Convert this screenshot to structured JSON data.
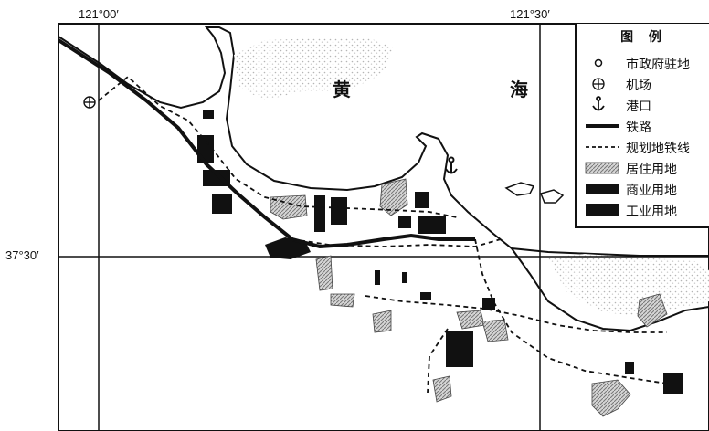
{
  "coordinates": {
    "lon_left": "121°00′",
    "lon_right": "121°30′",
    "lat": "37°30′"
  },
  "sea": {
    "char1": "黄",
    "char2": "海"
  },
  "legend": {
    "title": "图 例",
    "items": [
      {
        "symbol": "circle-icon",
        "label": "市政府驻地"
      },
      {
        "symbol": "airport-icon",
        "label": "机场"
      },
      {
        "symbol": "anchor-icon",
        "label": "港口"
      },
      {
        "symbol": "railway-line",
        "label": "铁路"
      },
      {
        "symbol": "planned-metro-dashed-line",
        "label": "规划地铁线"
      },
      {
        "symbol": "residential-hatch",
        "label": "居住用地"
      },
      {
        "symbol": "commercial-fill",
        "label": "商业用地"
      },
      {
        "symbol": "industrial-fill",
        "label": "工业用地"
      }
    ]
  },
  "colors": {
    "ink": "#111111",
    "residential": "#bdbdbd",
    "sea": "#ffffff"
  }
}
